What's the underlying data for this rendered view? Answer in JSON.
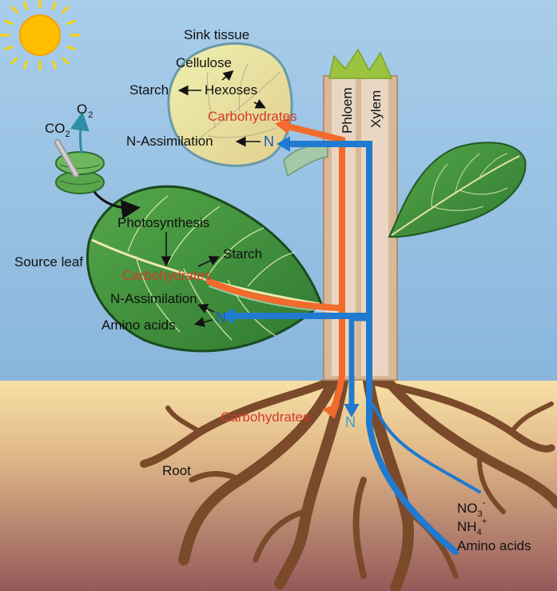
{
  "labels": {
    "sink_tissue": "Sink tissue",
    "cellulose": "Cellulose",
    "starch_sink": "Starch",
    "hexoses": "Hexoses",
    "carbohydrates_sink": "Carbohydrates",
    "n_assimilation_sink": "N-Assimilation",
    "n_sink": "N",
    "co2": "CO",
    "co2_sub": "2",
    "o2": "O",
    "o2_sub": "2",
    "phloem": "Phloem",
    "xylem": "Xylem",
    "photosynthesis": "Photosynthesis",
    "starch_source": "Starch",
    "source_leaf": "Source leaf",
    "carbohydrates_source": "Carbohydrates",
    "n_assimilation_source": "N-Assimilation",
    "n_source": "N",
    "amino_acids_source": "Amino acids",
    "carbohydrates_root": "Carbohydrates",
    "n_root": "N",
    "root": "Root",
    "no3": "NO",
    "no3_sub": "3",
    "no3_sup": "-",
    "nh4": "NH",
    "nh4_sub": "4",
    "nh4_sup": "+",
    "amino_acids_root": "Amino acids"
  },
  "colors": {
    "sky": "#9ec5e6",
    "soil_top": "#f7dda1",
    "soil_bottom": "#9a5f57",
    "phloem_flow": "#f26a2c",
    "xylem_flow": "#1f7ad0",
    "leaf": "#3f8f3b",
    "sink_leaf": "#e6dd9a",
    "stem": "#d9b99c",
    "root": "#7a4a2a",
    "sun": "#ffcc00"
  }
}
